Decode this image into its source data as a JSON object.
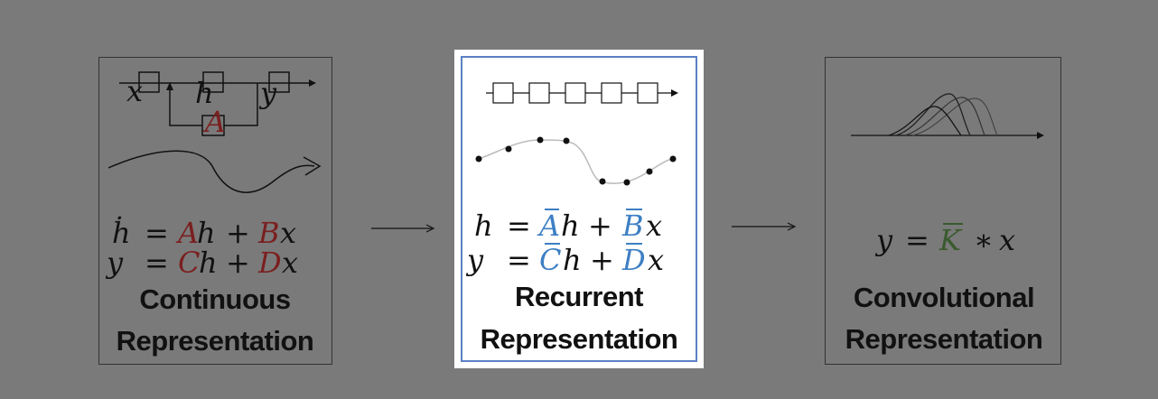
{
  "colors": {
    "background": "#7a7a7a",
    "dim_ink": "#111111",
    "dim_red": "#7a1f1f",
    "blue": "#3d7fc4",
    "green": "#3a5a2e",
    "frame_blue": "#5b80c6"
  },
  "continuous": {
    "block_labels": {
      "x": "x",
      "h": "h",
      "y": "y",
      "a": "A"
    },
    "eq1": {
      "lhs": "ḣ",
      "eq": "=",
      "m1": "A",
      "v1": "h",
      "plus": "+",
      "m2": "B",
      "v2": "x"
    },
    "eq2": {
      "lhs": "y",
      "eq": "=",
      "m1": "C",
      "v1": "h",
      "plus": "+",
      "m2": "D",
      "v2": "x"
    },
    "caption_line1": "Continuous",
    "caption_line2": "Representation"
  },
  "recurrent": {
    "eq1": {
      "lhs": "h",
      "eq": "=",
      "m1": "A",
      "v1": "h",
      "plus": "+",
      "m2": "B",
      "v2": "x"
    },
    "eq2": {
      "lhs": "y",
      "eq": "=",
      "m1": "C",
      "v1": "h",
      "plus": "+",
      "m2": "D",
      "v2": "x"
    },
    "caption_line1": "Recurrent",
    "caption_line2": "Representation"
  },
  "convolutional": {
    "eq": {
      "lhs": "y",
      "eq": "=",
      "k": "K",
      "op": "∗",
      "v": "x"
    },
    "caption_line1": "Convolutional",
    "caption_line2": "Representation"
  }
}
